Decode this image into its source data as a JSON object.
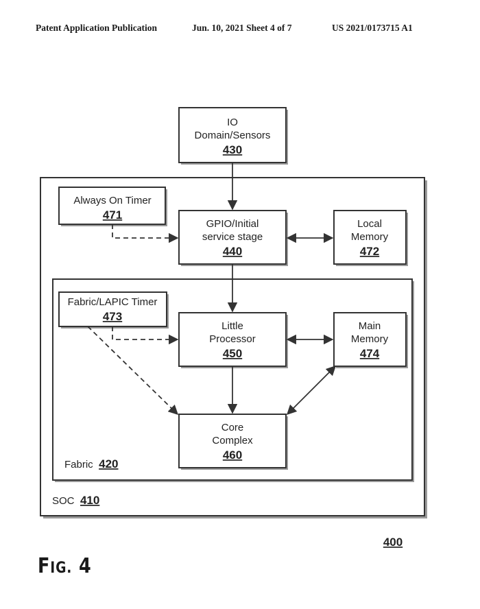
{
  "header": {
    "left": "Patent Application Publication",
    "middle": "Jun. 10, 2021  Sheet 4 of 7",
    "right": "US 2021/0173715 A1"
  },
  "boxes": {
    "io": {
      "line1": "IO",
      "line2": "Domain/Sensors",
      "number": "430"
    },
    "always_on": {
      "line1": "Always On Timer",
      "number": "471"
    },
    "gpio": {
      "line1": "GPIO/Initial",
      "line2": "service stage",
      "number": "440"
    },
    "local_memory": {
      "line1": "Local",
      "line2": "Memory",
      "number": "472"
    },
    "fabric_timer": {
      "line1": "Fabric/LAPIC Timer",
      "number": "473"
    },
    "little_processor": {
      "line1": "Little",
      "line2": "Processor",
      "number": "450"
    },
    "main_memory": {
      "line1": "Main",
      "line2": "Memory",
      "number": "474"
    },
    "core_complex": {
      "line1": "Core",
      "line2": "Complex",
      "number": "460"
    }
  },
  "regions": {
    "fabric": {
      "label": "Fabric",
      "number": "420"
    },
    "soc": {
      "label": "SOC",
      "number": "410"
    }
  },
  "figure": {
    "ref": "400",
    "label_big_f": "F",
    "label_rest": "IG.",
    "label_num": "4"
  }
}
